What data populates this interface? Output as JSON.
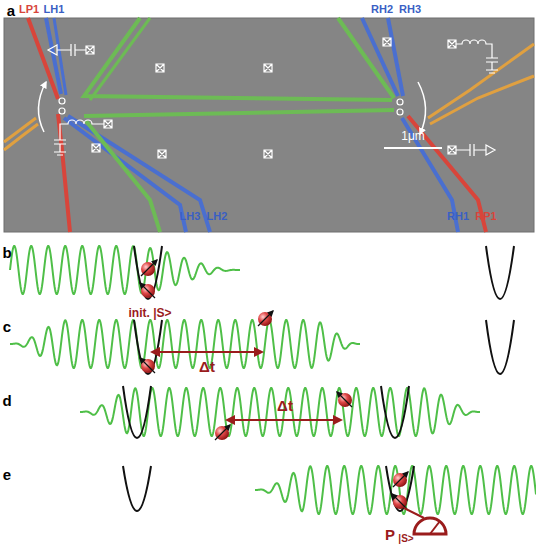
{
  "diagram": {
    "labels": [
      "a",
      "LP1",
      "LH1",
      "RH2",
      "RH3",
      "LH3",
      "LH2",
      "1μm",
      "RH1",
      "RP1",
      "b",
      "init. |S>",
      "c",
      "Δt",
      "d",
      "Δt",
      "e",
      "P",
      "|S>"
    ]
  }
}
